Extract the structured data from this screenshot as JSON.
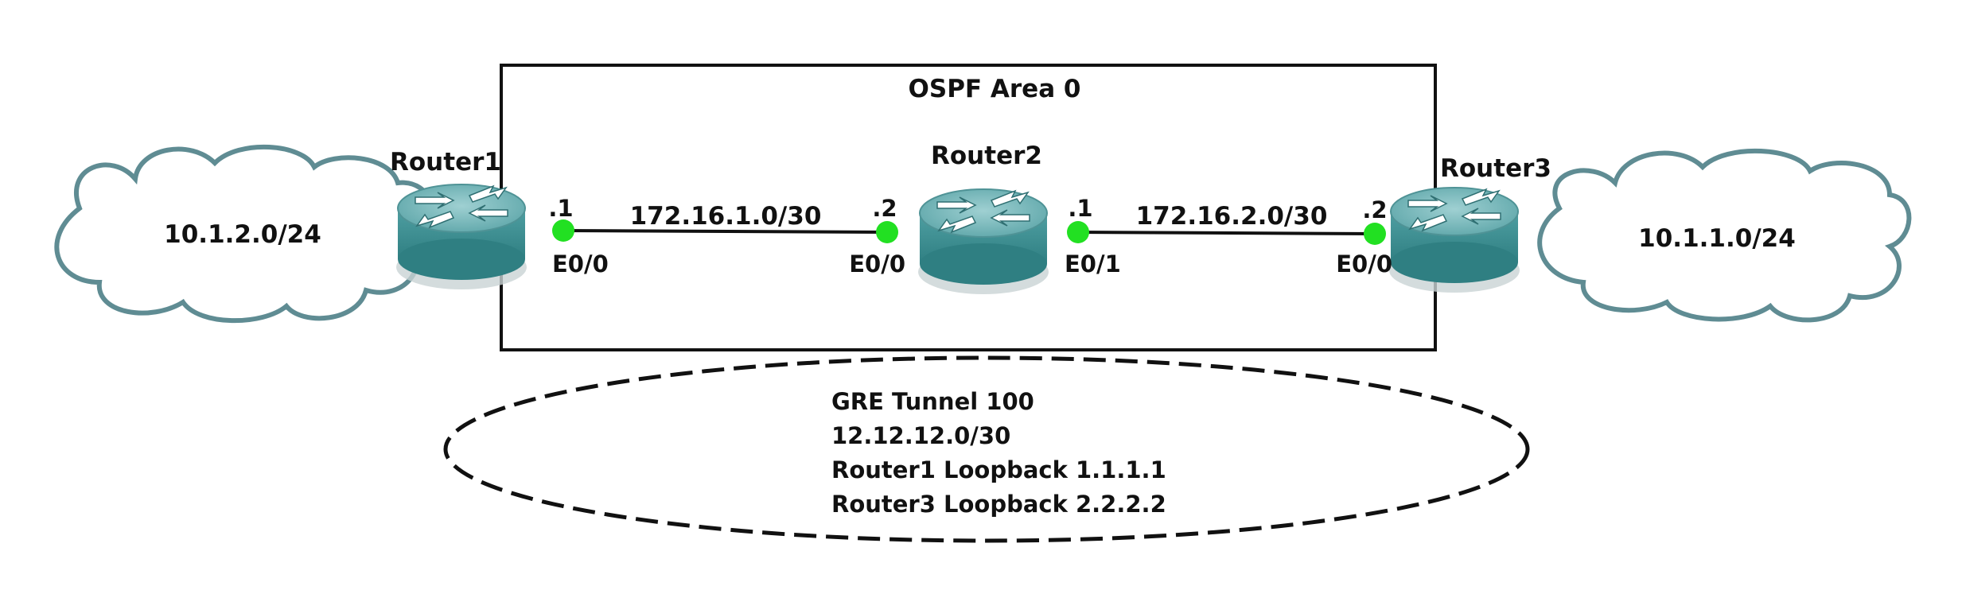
{
  "area": {
    "label": "OSPF Area 0"
  },
  "routers": [
    {
      "name": "Router1"
    },
    {
      "name": "Router2"
    },
    {
      "name": "Router3"
    }
  ],
  "clouds": [
    {
      "subnet": "10.1.2.0/24"
    },
    {
      "subnet": "10.1.1.0/24"
    }
  ],
  "links": [
    {
      "subnet": "172.16.1.0/30",
      "left_host": ".1",
      "left_intf": "E0/0",
      "right_host": ".2",
      "right_intf": "E0/0"
    },
    {
      "subnet": "172.16.2.0/30",
      "left_host": ".1",
      "left_intf": "E0/1",
      "right_host": ".2",
      "right_intf": "E0/0"
    }
  ],
  "tunnel": {
    "lines": [
      "GRE Tunnel 100",
      "12.12.12.0/30",
      "Router1 Loopback 1.1.1.1",
      "Router3 Loopback 2.2.2.2"
    ]
  },
  "colors": {
    "router_body": "#3f8f92",
    "router_top": "#6fb3b6",
    "cloud_stroke": "#5f8c93",
    "port_dot": "#22e022",
    "line": "#111111"
  }
}
